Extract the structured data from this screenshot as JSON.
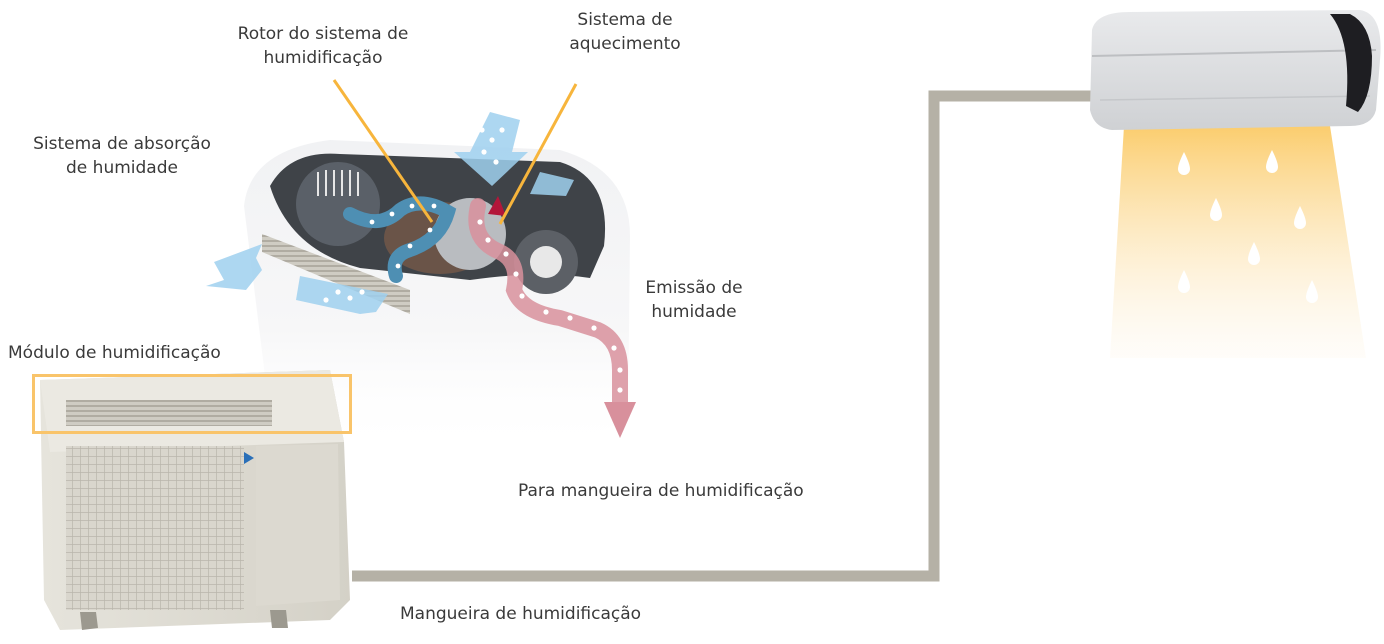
{
  "labels": {
    "rotor": [
      "Rotor do sistema de",
      "humidificação"
    ],
    "heating": [
      "Sistema de",
      "aquecimento"
    ],
    "absorption": [
      "Sistema de absorção",
      "de humidade"
    ],
    "emission": [
      "Emissão de",
      "humidade"
    ],
    "module": "Módulo de humidificação",
    "to_hose": "Para mangueira de humidificação",
    "hose": "Mangueira de humidificação"
  },
  "colors": {
    "hose": "#b5b1a6",
    "highlight": "#f9c46a",
    "leader_line": "#f7b53c",
    "moist_air": "#d8909c",
    "dry_air": "#9fd0ee",
    "warm_glow": "#fbd58a"
  },
  "icons": [
    "outdoor-unit-icon",
    "indoor-unit-icon",
    "water-drop-icon",
    "fan-grille-icon",
    "brand-logo-icon"
  ]
}
